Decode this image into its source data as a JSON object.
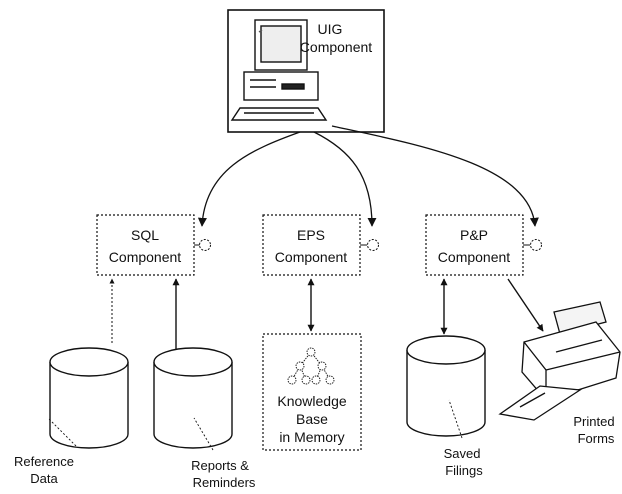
{
  "uig": {
    "line1": "UIG",
    "line2": "Component"
  },
  "sql": {
    "line1": "SQL",
    "line2": "Component"
  },
  "eps": {
    "line1": "EPS",
    "line2": "Component"
  },
  "pp": {
    "line1": "P&P",
    "line2": "Component"
  },
  "knowledge_base": {
    "line1": "Knowledge",
    "line2": "Base",
    "line3": "in Memory"
  },
  "labels": {
    "reference_data": {
      "line1": "Reference",
      "line2": "Data"
    },
    "reports_reminders": {
      "line1": "Reports &",
      "line2": "Reminders"
    },
    "saved_filings": {
      "line1": "Saved",
      "line2": "Filings"
    },
    "printed_forms": {
      "line1": "Printed",
      "line2": "Forms"
    }
  }
}
